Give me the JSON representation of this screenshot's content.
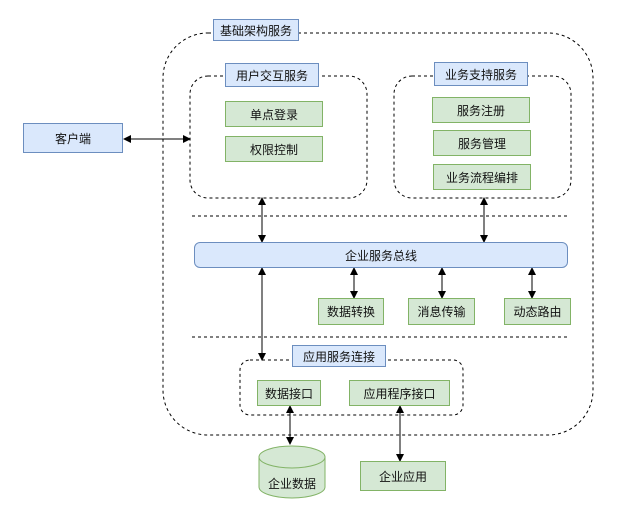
{
  "diagram": {
    "outer_title": "基础架构服务",
    "client": "客户端",
    "user_interaction": {
      "title": "用户交互服务",
      "items": [
        "单点登录",
        "权限控制"
      ]
    },
    "business_support": {
      "title": "业务支持服务",
      "items": [
        "服务注册",
        "服务管理",
        "业务流程编排"
      ]
    },
    "esb": "企业服务总线",
    "esb_services": [
      "数据转换",
      "消息传输",
      "动态路由"
    ],
    "app_connection": {
      "title": "应用服务连接",
      "items": [
        "数据接口",
        "应用程序接口"
      ]
    },
    "enterprise_data": "企业数据",
    "enterprise_app": "企业应用"
  },
  "colors": {
    "blue_fill": "#dae8fc",
    "blue_stroke": "#6c8ebf",
    "green_fill": "#d5e8d4",
    "green_stroke": "#82b366",
    "line": "#000000"
  }
}
